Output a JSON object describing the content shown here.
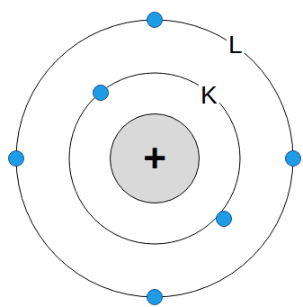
{
  "diagram": {
    "nodes": [
      {
        "text": [
          "+"
        ]
      }
    ],
    "labels": [
      "L",
      "K"
    ]
  }
}
